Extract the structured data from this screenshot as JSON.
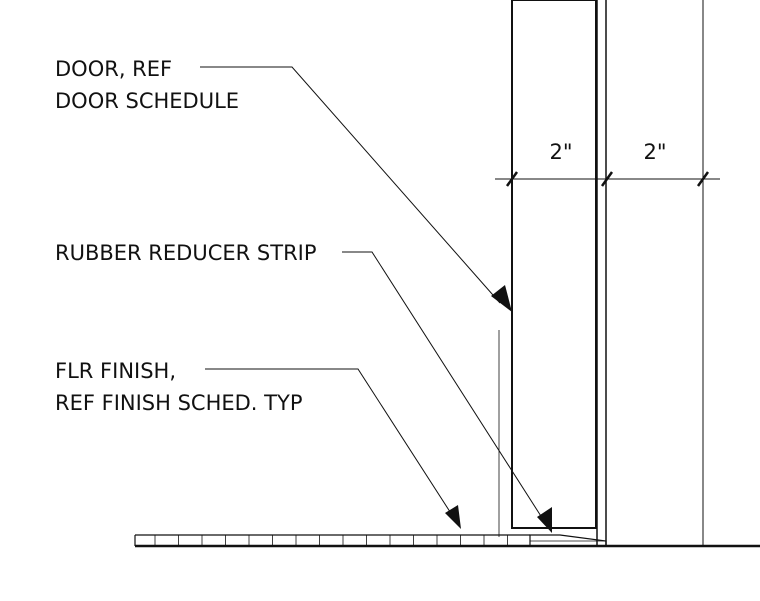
{
  "callouts": {
    "door": {
      "line1": "DOOR, REF",
      "line2": "DOOR SCHEDULE"
    },
    "reducer": {
      "line1": "RUBBER REDUCER STRIP"
    },
    "floor": {
      "line1": "FLR FINISH,",
      "line2": "REF FINISH SCHED. TYP"
    }
  },
  "dimensions": {
    "left": "2\"",
    "right": "2\""
  },
  "colors": {
    "linework": "#111111",
    "background": "#ffffff"
  }
}
